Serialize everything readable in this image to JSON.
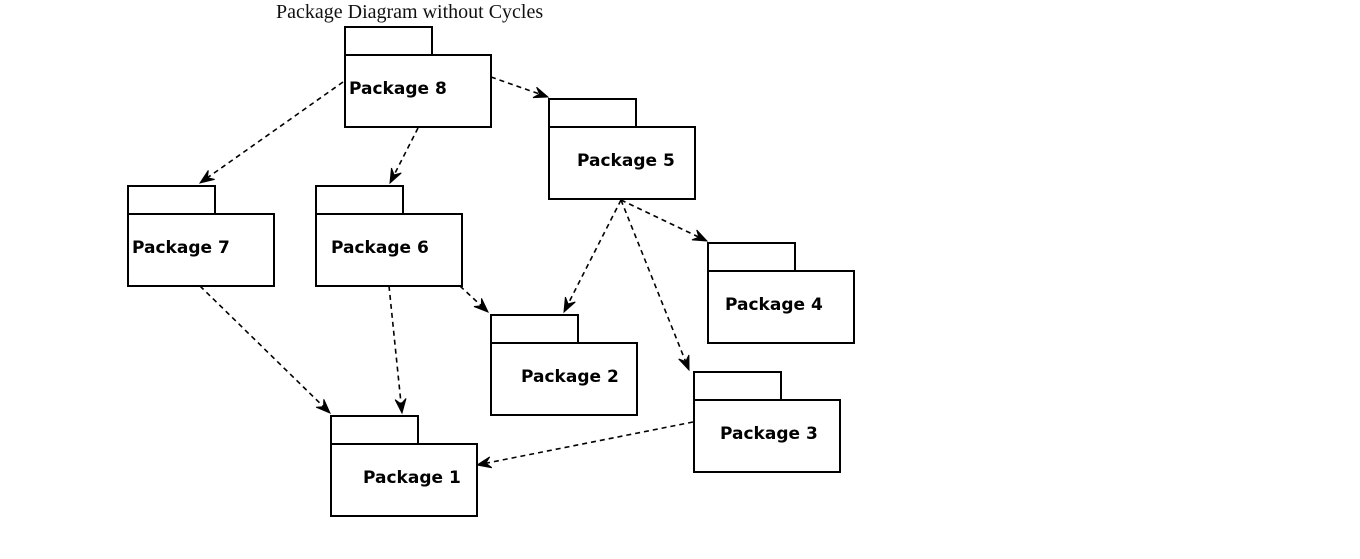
{
  "diagram": {
    "title": "Package Diagram without Cycles",
    "packages": [
      {
        "id": "p8",
        "label": "Package 8"
      },
      {
        "id": "p5",
        "label": "Package 5"
      },
      {
        "id": "p7",
        "label": "Package 7"
      },
      {
        "id": "p6",
        "label": "Package 6"
      },
      {
        "id": "p4",
        "label": "Package 4"
      },
      {
        "id": "p2",
        "label": "Package 2"
      },
      {
        "id": "p3",
        "label": "Package 3"
      },
      {
        "id": "p1",
        "label": "Package 1"
      }
    ],
    "dependencies": [
      {
        "from": "p8",
        "to": "p5"
      },
      {
        "from": "p8",
        "to": "p7"
      },
      {
        "from": "p8",
        "to": "p6"
      },
      {
        "from": "p5",
        "to": "p4"
      },
      {
        "from": "p5",
        "to": "p2"
      },
      {
        "from": "p5",
        "to": "p3"
      },
      {
        "from": "p7",
        "to": "p1"
      },
      {
        "from": "p6",
        "to": "p1"
      },
      {
        "from": "p6",
        "to": "p2"
      },
      {
        "from": "p3",
        "to": "p1"
      }
    ]
  }
}
